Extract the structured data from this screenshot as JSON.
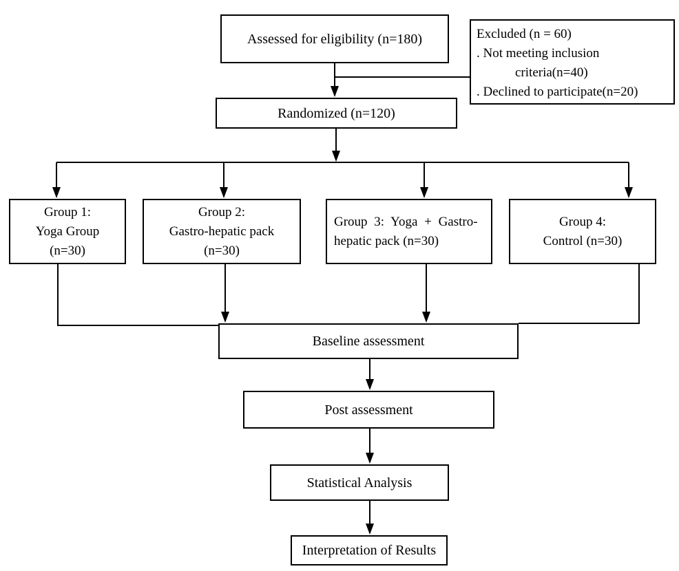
{
  "colors": {
    "background": "#ffffff",
    "line": "#000000",
    "box_border": "#000000",
    "text": "#000000"
  },
  "nodes": {
    "assessed": {
      "label": "Assessed for eligibility (n=180)"
    },
    "excluded": {
      "line1": "Excluded (n = 60)",
      "line2": ". Not meeting inclusion",
      "line3": "criteria(n=40)",
      "line4": ". Declined to participate(n=20)"
    },
    "randomized": {
      "label": "Randomized (n=120)"
    },
    "group1": {
      "line1": "Group 1:",
      "line2": "Yoga Group",
      "line3": "(n=30)"
    },
    "group2": {
      "line1": "Group 2:",
      "line2": "Gastro-hepatic pack",
      "line3": "(n=30)"
    },
    "group3": {
      "line1": "Group 3: Yoga + Gastro-",
      "line2": "hepatic pack (n=30)"
    },
    "group4": {
      "line1": "Group 4:",
      "line2": "Control (n=30)"
    },
    "baseline": {
      "label": "Baseline assessment"
    },
    "post": {
      "label": "Post assessment"
    },
    "statistical": {
      "label": "Statistical Analysis"
    },
    "interpretation": {
      "label": "Interpretation of Results"
    }
  }
}
